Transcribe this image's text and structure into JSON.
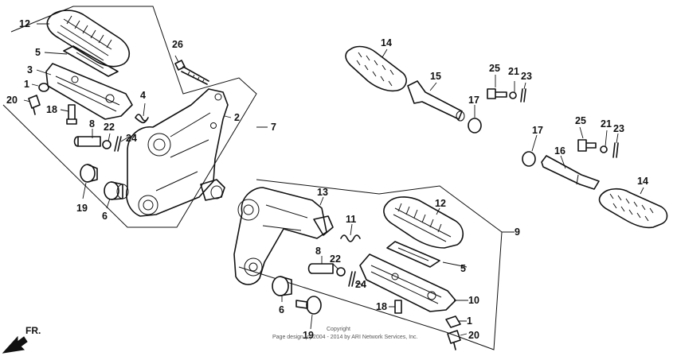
{
  "callouts": {
    "c12a": "12",
    "c5a": "5",
    "c3": "3",
    "c1a": "1",
    "c20a": "20",
    "c18a": "18",
    "c26": "26",
    "c4": "4",
    "c2": "2",
    "c7": "7",
    "c8a": "8",
    "c22a": "22",
    "c24a": "24",
    "c19a": "19",
    "c6a": "6",
    "c14a": "14",
    "c15": "15",
    "c25a": "25",
    "c21a": "21",
    "c23a": "23",
    "c17a": "17",
    "c17b": "17",
    "c25b": "25",
    "c21b": "21",
    "c23b": "23",
    "c16": "16",
    "c14b": "14",
    "c13": "13",
    "c11": "11",
    "c12b": "12",
    "c9": "9",
    "c8b": "8",
    "c22b": "22",
    "c5b": "5",
    "c24b": "24",
    "c10": "10",
    "c6b": "6",
    "c18b": "18",
    "c1b": "1",
    "c19b": "19",
    "c20b": "20"
  },
  "direction_label": "FR.",
  "copyright": {
    "line1": "Copyright",
    "line2": "Page design (c) 2004 - 2014 by ARI Network Services, Inc."
  }
}
